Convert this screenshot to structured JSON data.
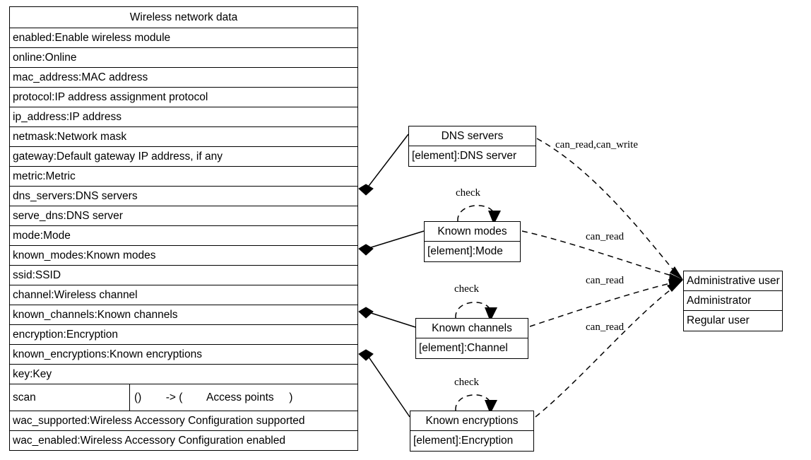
{
  "main_class": {
    "title": "Wireless network data",
    "attributes": [
      "enabled:Enable wireless module",
      "online:Online",
      "mac_address:MAC address",
      "protocol:IP address assignment protocol",
      "ip_address:IP address",
      "netmask:Network mask",
      "gateway:Default gateway IP address, if any",
      "metric:Metric",
      "dns_servers:DNS servers",
      "serve_dns:DNS server",
      "mode:Mode",
      "known_modes:Known modes",
      "ssid:SSID",
      "channel:Wireless channel",
      "known_channels:Known channels",
      "encryption:Encryption",
      "known_encryptions:Known encryptions",
      "key:Key"
    ],
    "method": {
      "name": "scan",
      "signature": "()        -> (        Access points     )"
    },
    "attributes_after_method": [
      "wac_supported:Wireless Accessory Configuration supported",
      "wac_enabled:Wireless Accessory Configuration enabled"
    ]
  },
  "element_classes": [
    {
      "id": "dns",
      "title": "DNS servers",
      "element": "[element]:DNS server"
    },
    {
      "id": "modes",
      "title": "Known modes",
      "element": "[element]:Mode"
    },
    {
      "id": "channels",
      "title": "Known channels",
      "element": "[element]:Channel"
    },
    {
      "id": "encr",
      "title": "Known encryptions",
      "element": "[element]:Encryption"
    }
  ],
  "actor_class": {
    "title": "Administrative user",
    "roles": [
      "Administrator",
      "Regular user"
    ]
  },
  "edge_labels": {
    "dns_permissions": "can_read,can_write",
    "modes_permissions": "can_read",
    "channels_permissions": "can_read",
    "encryptions_permissions": "can_read",
    "self_loop": "check"
  },
  "colors": {
    "stroke": "#000000",
    "background": "#ffffff"
  }
}
